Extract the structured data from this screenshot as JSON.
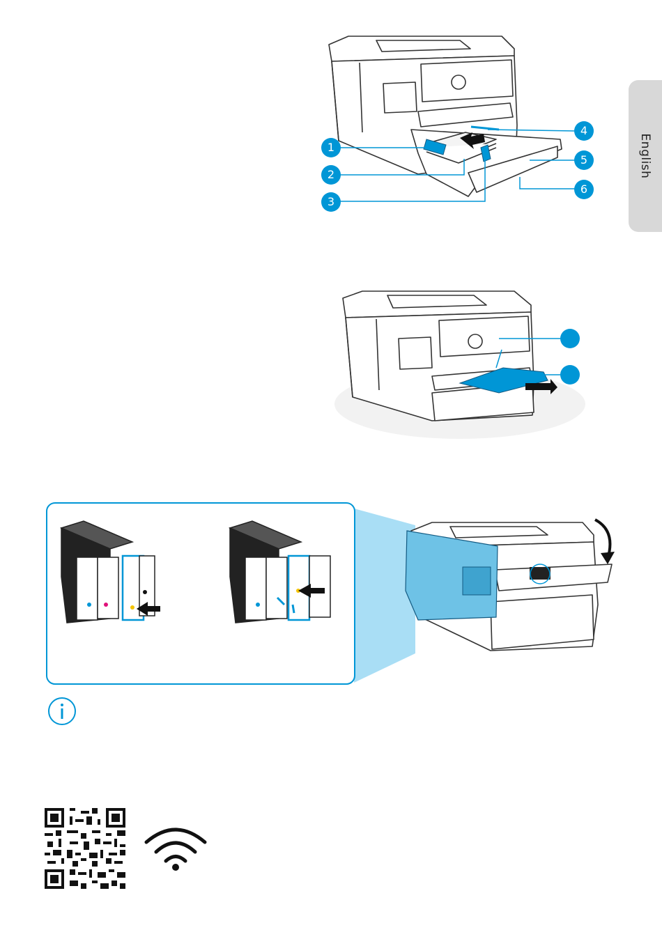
{
  "language_tab": {
    "label": "English"
  },
  "step1": {
    "callouts": [
      "1",
      "2",
      "3",
      "4",
      "5",
      "6"
    ]
  },
  "step2": {
    "callouts": [
      "",
      ""
    ]
  },
  "icons": {
    "info": "info-icon",
    "qr": "qr-code-icon",
    "wifi": "wifi-icon",
    "printer": "printer-illustration",
    "cartridge": "ink-cartridge-illustration"
  },
  "colors": {
    "accent": "#0096d6",
    "tab_gray": "#d8d8d8",
    "line": "#333333",
    "highlight_fill": "#a9def5"
  }
}
